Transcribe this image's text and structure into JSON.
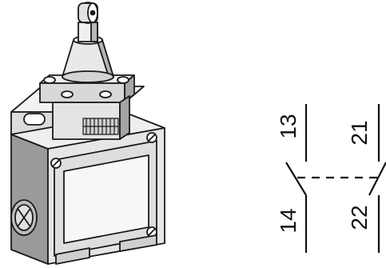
{
  "illustration": {
    "icon": "roller-plunger-limit-switch-illustration",
    "body_color": "#e6e6e6",
    "shadow_color": "#9a9a9a",
    "outline_color": "#1a1a1a"
  },
  "schematic": {
    "terminals": {
      "no_top": "13",
      "no_bottom": "14",
      "nc_top": "21",
      "nc_bottom": "22"
    },
    "line_color": "#111111"
  }
}
